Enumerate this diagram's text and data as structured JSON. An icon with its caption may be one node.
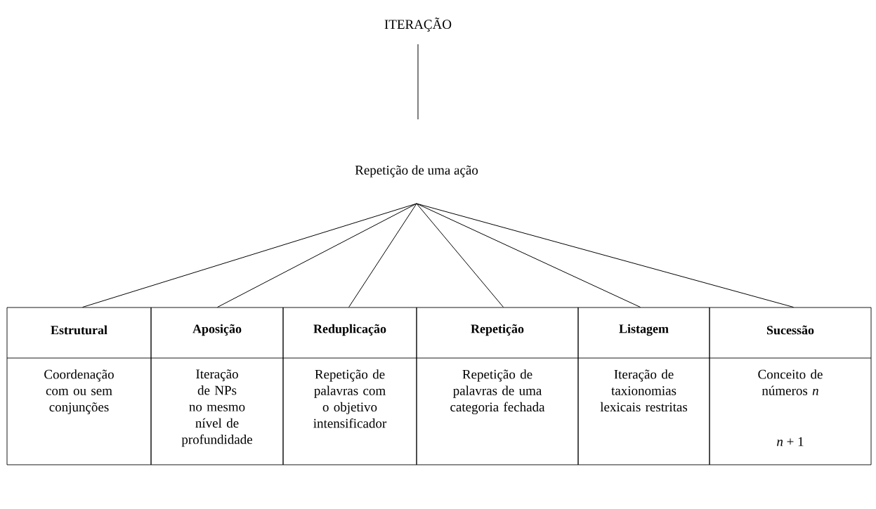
{
  "diagram": {
    "nodes": [
      {
        "text": [
          "ITERAÇÃO"
        ]
      },
      {
        "text": [
          "Repetição de uma ação"
        ]
      },
      {
        "text": [
          "Estrutural",
          "Coordenação com ou sem conjunções"
        ]
      },
      {
        "text": [
          "Aposição",
          "Iteração de NPs no mesmo nível de profundidade"
        ]
      },
      {
        "text": [
          "Reduplicação",
          "Repetição de palavras com o objetivo intensificador"
        ]
      },
      {
        "text": [
          "Repetição",
          "Repetição de palavras de uma categoria fechada"
        ]
      },
      {
        "text": [
          "Listagem",
          "Iteração de taxionomias lexicais restritas"
        ]
      },
      {
        "text": [
          "Sucessão",
          "Conceito de números *n*",
          "*n* + 1"
        ]
      }
    ],
    "edges": [
      {
        "from": 0,
        "to": 1,
        "arrow": "none"
      },
      {
        "from": 1,
        "to": 2,
        "arrow": "none"
      },
      {
        "from": 1,
        "to": 3,
        "arrow": "none"
      },
      {
        "from": 1,
        "to": 4,
        "arrow": "none"
      },
      {
        "from": 1,
        "to": 5,
        "arrow": "none"
      },
      {
        "from": 1,
        "to": 6,
        "arrow": "none"
      },
      {
        "from": 1,
        "to": 7,
        "arrow": "none"
      }
    ]
  }
}
